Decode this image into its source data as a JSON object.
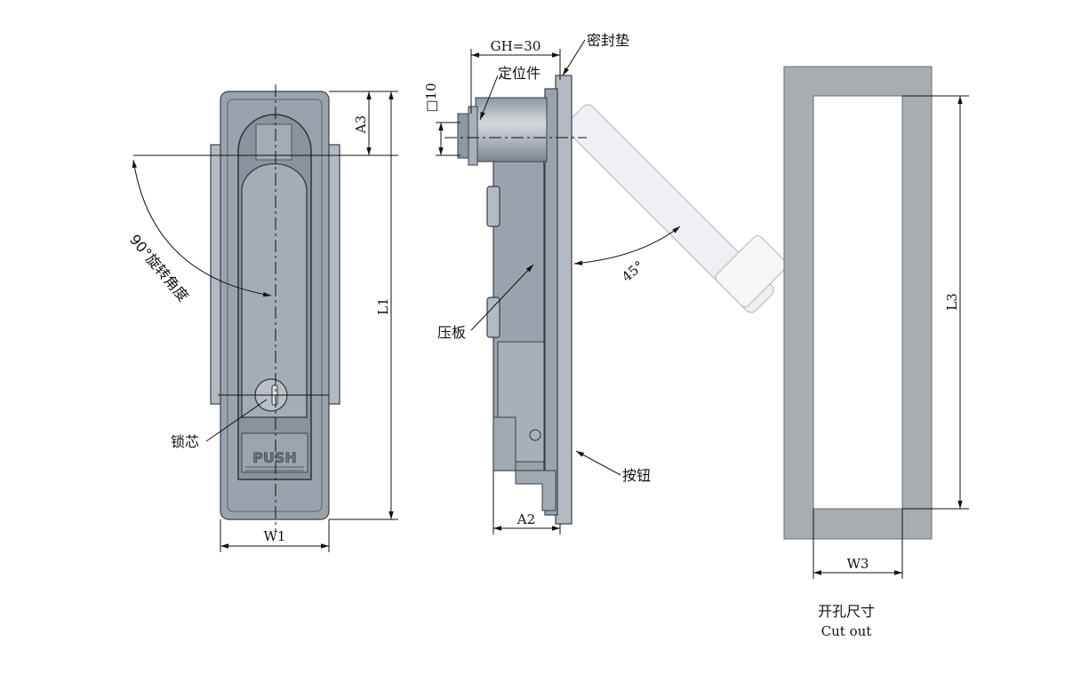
{
  "front_view": {
    "push_text": "PUSH",
    "angle_label": "90°旋转角度",
    "lock_label": "锁芯",
    "dim_a3": "A3",
    "dim_l1": "L1",
    "dim_w1": "W1"
  },
  "side_view": {
    "dim_gh": "GH=30",
    "seal_label": "密封垫",
    "locator_label": "定位件",
    "square_label": "□10",
    "plate_label": "压板",
    "angle_label": "45°",
    "button_label": "按钮",
    "dim_a2": "A2"
  },
  "cutout_view": {
    "dim_w3": "W3",
    "dim_l3": "L3",
    "title_cn": "开孔尺寸",
    "title_en": "Cut out"
  },
  "colors": {
    "metal": "#9aa3ad",
    "cutout": "#a9adb2"
  }
}
